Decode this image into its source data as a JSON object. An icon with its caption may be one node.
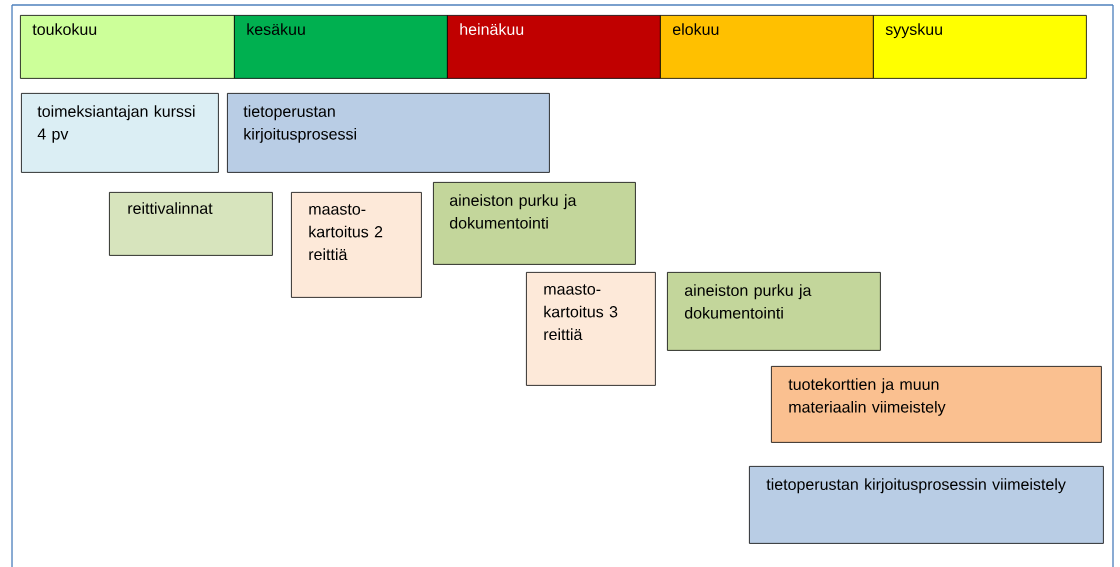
{
  "diagram": {
    "nodes": [
      {
        "text": [
          "toukokuu"
        ]
      },
      {
        "text": [
          "kesäkuu"
        ]
      },
      {
        "text": [
          "heinäkuu"
        ]
      },
      {
        "text": [
          "elokuu"
        ]
      },
      {
        "text": [
          "syyskuu"
        ]
      },
      {
        "text": [
          "toimeksiantajan kurssi 4 pv"
        ]
      },
      {
        "text": [
          "tietoperustan kirjoitusprosessi"
        ]
      },
      {
        "text": [
          "reittivalinnat"
        ]
      },
      {
        "text": [
          "maasto- kartoitus 2 reittiä"
        ]
      },
      {
        "text": [
          "aineiston purku ja dokumentointi"
        ]
      },
      {
        "text": [
          "maasto- kartoitus 3 reittiä"
        ]
      },
      {
        "text": [
          "aineiston purku ja dokumentointi"
        ]
      },
      {
        "text": [
          "tuotekorttien ja muun materiaalin viimeistely"
        ]
      },
      {
        "text": [
          "tietoperustan kirjoitusprosessin viimeistely"
        ]
      }
    ]
  }
}
